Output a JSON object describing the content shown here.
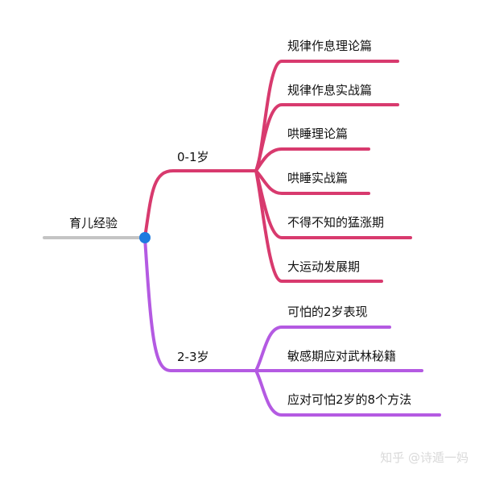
{
  "root": {
    "label": "育儿经验"
  },
  "branches": [
    {
      "label": "0-1岁",
      "color": "#d83a6e",
      "children": [
        "规律作息理论篇",
        "规律作息实战篇",
        "哄睡理论篇",
        "哄睡实战篇",
        "不得不知的猛涨期",
        "大运动发展期"
      ]
    },
    {
      "label": "2-3岁",
      "color": "#b45ae2",
      "children": [
        "可怕的2岁表现",
        "敏感期应对武林秘籍",
        "应对可怕2岁的8个方法"
      ]
    }
  ],
  "colors": {
    "root_line": "#c4c4c4",
    "root_dot": "#1e7be0"
  },
  "watermark": "知乎 @诗遁一妈"
}
